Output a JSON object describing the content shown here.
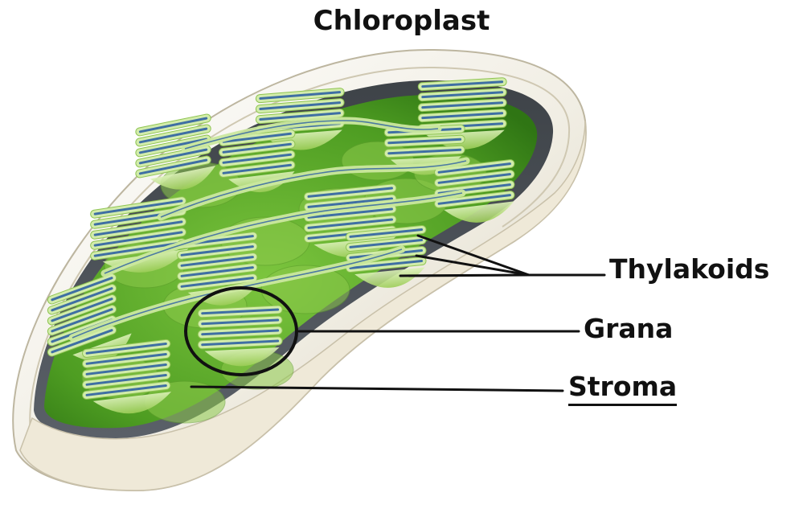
{
  "diagram": {
    "title": "Chloroplast",
    "labels": {
      "thylakoids": "Thylakoids",
      "grana": "Grana",
      "stroma": "Stroma"
    }
  },
  "colors": {
    "envelope_outer": "#f3f0e6",
    "envelope_shadow": "#dcd6c2",
    "interior_dark": "#4a4f55",
    "stroma_green": "#5aa62b",
    "granum_light": "#c7e79a",
    "granum_mid": "#9fd25a",
    "thylakoid_blue": "#3f6fa3",
    "leader_line": "#111111"
  }
}
